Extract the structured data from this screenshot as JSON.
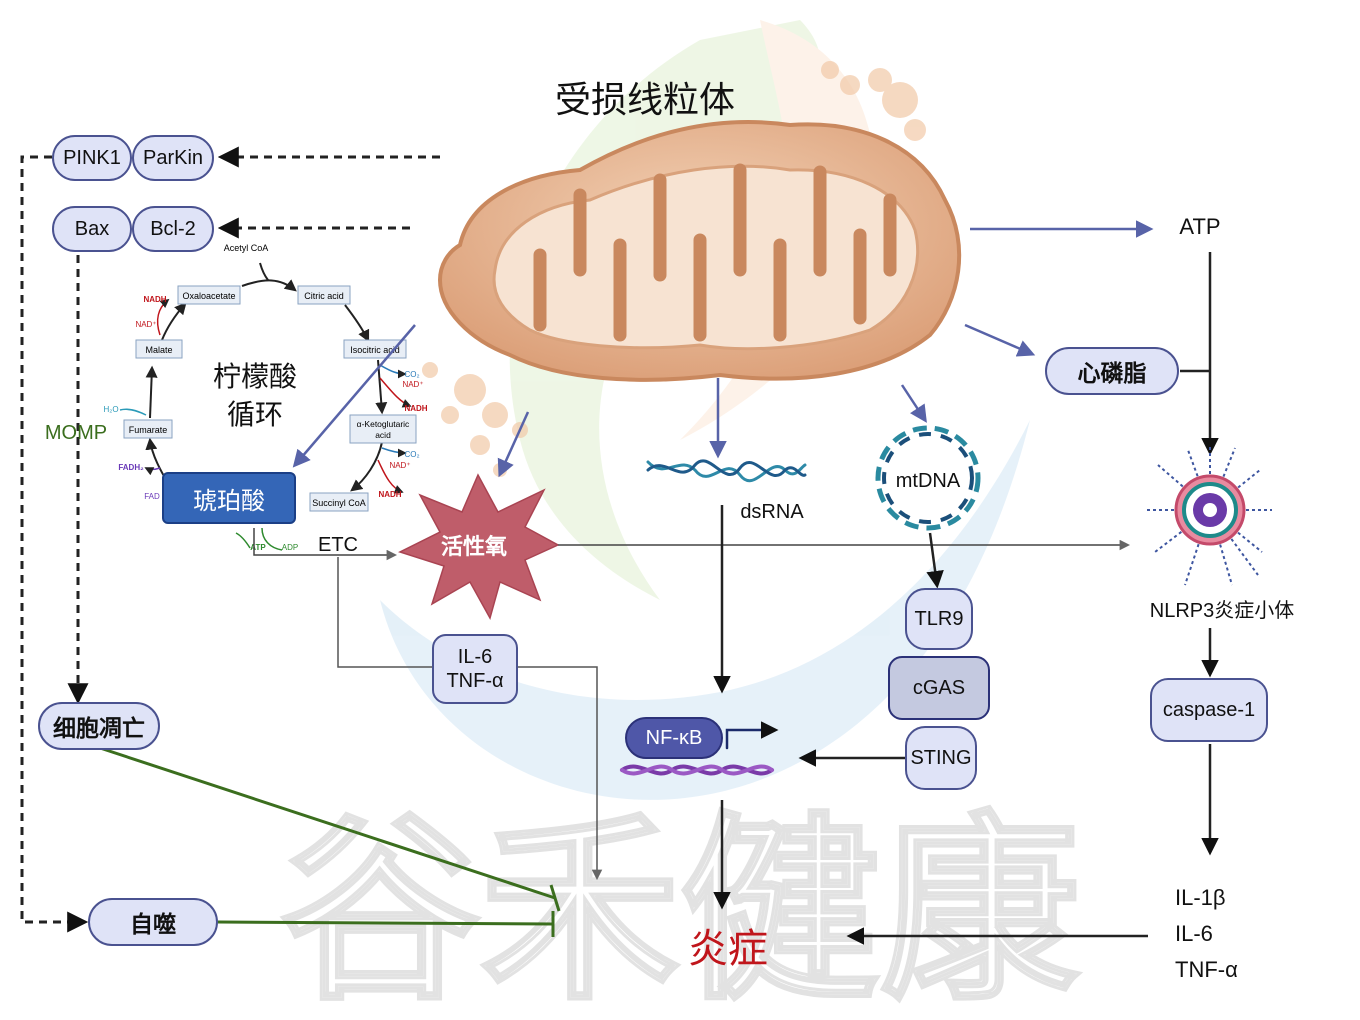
{
  "title": "受损线粒体",
  "nodes": {
    "pink1": "PINK1",
    "parkin": "ParKin",
    "bax": "Bax",
    "bcl2": "Bcl-2",
    "momp": "MOMP",
    "apoptosis": "细胞凋亡",
    "autophagy": "自噬",
    "tca_title_1": "柠檬酸",
    "tca_title_2": "循环",
    "succinate": "琥珀酸",
    "etc": "ETC",
    "ros": "活性氧",
    "il6_box_1": "IL-6",
    "il6_box_2": "TNF-α",
    "dsrna": "dsRNA",
    "mtdna": "mtDNA",
    "nfkb": "NF-κB",
    "tlr9": "TLR9",
    "cgas": "cGAS",
    "sting": "STING",
    "atp": "ATP",
    "cardiolipin": "心磷脂",
    "nlrp3": "NLRP3炎症小体",
    "caspase1": "caspase-1",
    "cytokines": [
      "IL-1β",
      "IL-6",
      "TNF-α"
    ],
    "inflammation": "炎症",
    "watermark": "谷禾健康"
  },
  "tca_cycle": {
    "acetyl_coa": "Acetyl CoA",
    "citric_acid": "Citric acid",
    "isocitric_acid": "Isocitric acid",
    "ketoglutaric_1": "α-Ketoglutaric",
    "ketoglutaric_2": "acid",
    "succinyl_coa": "Succinyl CoA",
    "fumarate": "Fumarate",
    "malate": "Malate",
    "oxaloacetate": "Oxaloacetate",
    "nadh": "NADH",
    "nad": "NAD⁺",
    "co2": "CO₂",
    "h2o": "H₂O",
    "fadh2": "FADH₂",
    "fad": "FAD",
    "atp": "ATP",
    "adp": "ADP"
  },
  "colors": {
    "pill_fill": "#dfe3f7",
    "pill_border": "#4a5290",
    "arrow_blue": "#5863a8",
    "inhibit_green": "#3b6e1e",
    "inflammation_red": "#c0151b",
    "ros_fill": "#bf5d6a",
    "succinate_fill": "#3466b7",
    "mito_fill": "#e6b491"
  }
}
